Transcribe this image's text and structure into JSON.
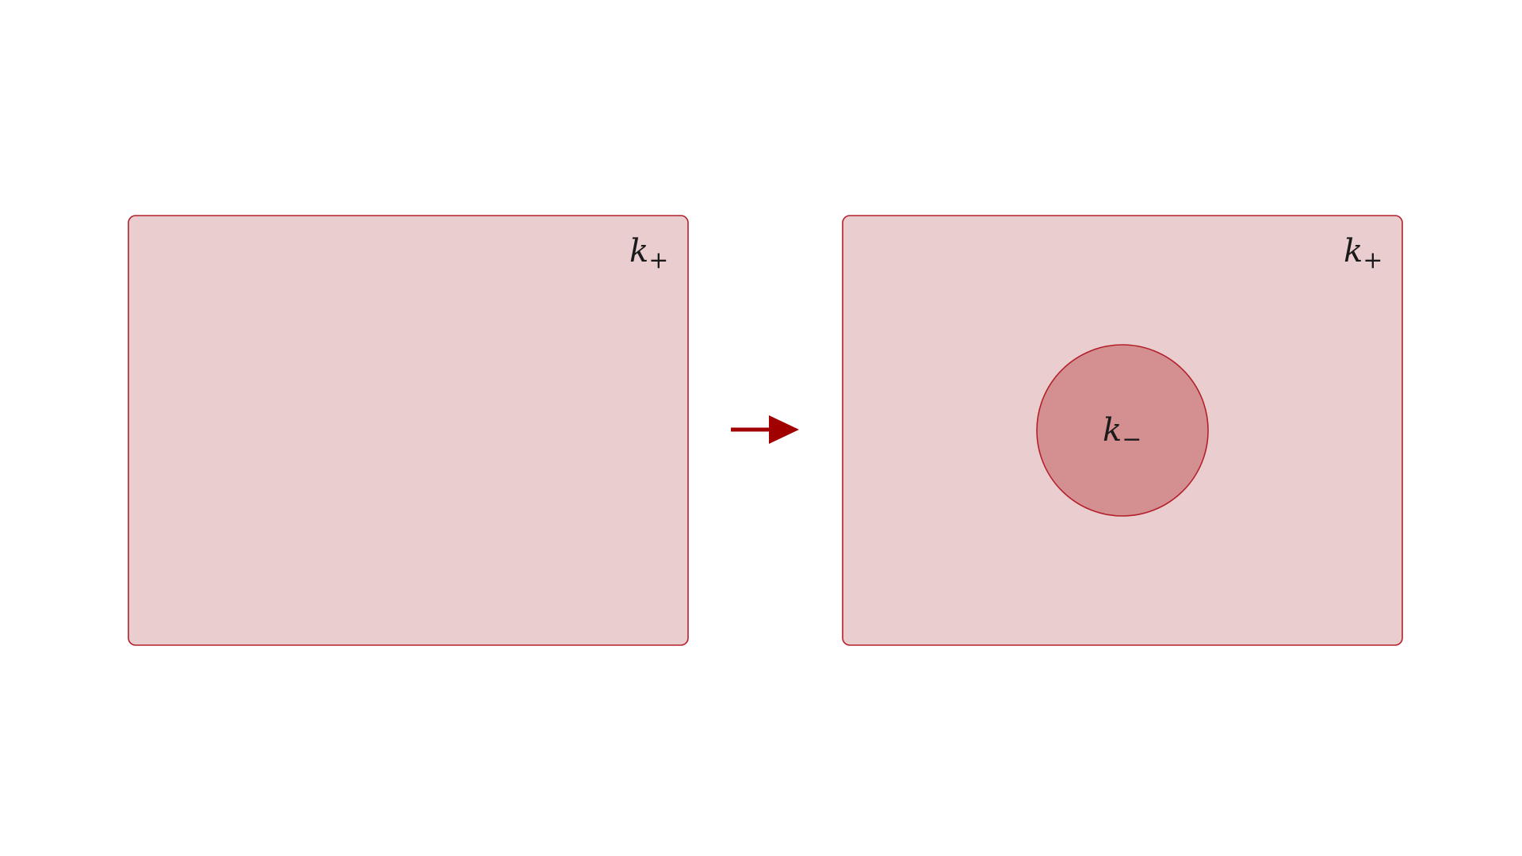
{
  "colors": {
    "region_fill": "#eacdce",
    "region_stroke": "#b3202a",
    "inner_fill": "#d49091",
    "arrow": "#a00000"
  },
  "left_panel": {
    "label_main": "k",
    "label_sub": "+"
  },
  "arrow": {
    "icon": "right-arrow-icon"
  },
  "right_panel": {
    "label_main": "k",
    "label_sub": "+",
    "inner_region": {
      "label_main": "k",
      "label_sub": "−"
    }
  }
}
